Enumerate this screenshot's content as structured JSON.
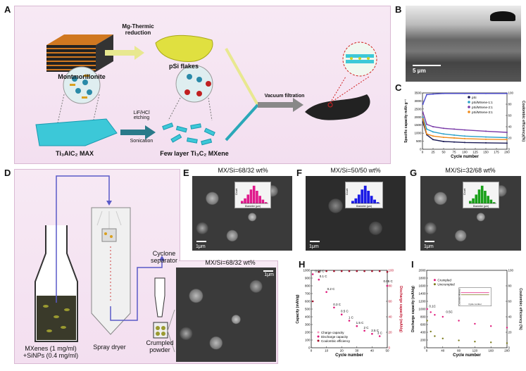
{
  "panels": {
    "A": "A",
    "B": "B",
    "C": "C",
    "D": "D",
    "E": "E",
    "F": "F",
    "G": "G",
    "H": "H",
    "I": "I"
  },
  "panelA": {
    "montmorillonite": "Montmorillonite",
    "mg_thermic": "Mg-Thermic\nreduction",
    "psi_flakes": "pSi flakes",
    "lif_hcl": "LiF/HCl\netching",
    "sonication": "Sonication",
    "max_label": "Ti₃AlC₂ MAX",
    "mxene_label": "Few layer Ti₃C₂ MXene",
    "vacuum": "Vacuum filtration"
  },
  "panelB": {
    "scale": "5 μm"
  },
  "panelD": {
    "spray_dryer": "Spray dryer",
    "cyclone": "Cyclone\nseparator",
    "crumpled": "Crumpled\npowder",
    "mxenes": "MXenes (1 mg/ml)\n+SiNPs (0.4 mg/ml)",
    "inset_title": "MX/Si=68/32 wt%",
    "inset_scale": "1μm"
  },
  "panelE": {
    "title": "MX/Si=68/32 wt%",
    "scale": "1μm",
    "hist_color": "#e0198c"
  },
  "panelF": {
    "title": "MX/Si=50/50 wt%",
    "scale": "1μm",
    "hist_color": "#1a1ae6"
  },
  "panelG": {
    "title": "MX/Si=32/68 wt%",
    "scale": "1μm",
    "hist_color": "#18a018"
  },
  "hist_xlabel": "Diameter (μm)",
  "hist_ylabel": "Count",
  "chart_data": [
    {
      "id": "C",
      "type": "line",
      "xlabel": "Cycle number",
      "ylabel": "Specific capacity mAh g⁻¹",
      "y2label": "Coulombic efficiency(%)",
      "xlim": [
        0,
        200
      ],
      "ylim": [
        0,
        3500
      ],
      "y2lim": [
        0,
        100
      ],
      "xticks": [
        0,
        25,
        50,
        75,
        100,
        125,
        150,
        175,
        200
      ],
      "yticks": [
        0,
        500,
        1000,
        1500,
        2000,
        2500,
        3000,
        3500
      ],
      "y2ticks": [
        0,
        20,
        40,
        60,
        80,
        100
      ],
      "legend": "top-right",
      "series": [
        {
          "name": "pSi",
          "color": "#1a1a55",
          "x": [
            1,
            10,
            25,
            50,
            75,
            100,
            150,
            200
          ],
          "y": [
            1700,
            900,
            600,
            480,
            450,
            420,
            400,
            380
          ]
        },
        {
          "name": "pSi/MXene-1:1",
          "color": "#2aa0c8",
          "x": [
            1,
            10,
            25,
            50,
            75,
            100,
            150,
            200
          ],
          "y": [
            2000,
            1250,
            1080,
            950,
            880,
            820,
            760,
            720
          ]
        },
        {
          "name": "pSi/MXene-2:1",
          "color": "#7a3aa8",
          "x": [
            1,
            10,
            25,
            50,
            75,
            100,
            150,
            200
          ],
          "y": [
            2300,
            1550,
            1400,
            1300,
            1250,
            1200,
            1120,
            1050
          ]
        },
        {
          "name": "pSi/MXene-3:1",
          "color": "#f08a1a",
          "x": [
            1,
            10,
            25,
            50,
            75,
            100,
            150,
            200
          ],
          "y": [
            1900,
            950,
            820,
            740,
            700,
            660,
            620,
            600
          ]
        },
        {
          "name": "CE",
          "color": "#4a4ad0",
          "axis": "y2",
          "x": [
            1,
            10,
            25,
            50,
            100,
            150,
            200
          ],
          "y": [
            80,
            97,
            98,
            99,
            99,
            99,
            99
          ]
        }
      ]
    },
    {
      "id": "H",
      "type": "scatter",
      "xlabel": "Cycle number",
      "ylabel": "Capacity (mAh/g)",
      "y2label": "Discharge capacity (mAh/g)",
      "xlim": [
        0,
        50
      ],
      "ylim": [
        0,
        1000
      ],
      "y2lim": [
        0,
        100
      ],
      "xticks": [
        0,
        10,
        20,
        30,
        40,
        50
      ],
      "yticks": [
        0,
        100,
        200,
        300,
        400,
        500,
        600,
        700,
        800,
        900,
        1000
      ],
      "y2ticks": [
        0,
        20,
        40,
        60,
        80,
        100
      ],
      "annotations": [
        "0.05 C",
        "0.1 C",
        "0.2 C",
        "0.3 C",
        "0.5 C",
        "1 C",
        "1.5 C",
        "2 C",
        "2.5 C",
        "3 C",
        "0.05 C"
      ],
      "legend_items": [
        "Charge capacity",
        "Discharge capacity",
        "Coulombic efficiency"
      ],
      "series": [
        {
          "name": "Discharge capacity",
          "color": "#e0197a",
          "x": [
            1,
            5,
            10,
            15,
            20,
            25,
            30,
            35,
            40,
            45,
            50
          ],
          "y": [
            950,
            880,
            720,
            520,
            430,
            350,
            280,
            220,
            180,
            150,
            800
          ]
        },
        {
          "name": "Coulombic efficiency",
          "color": "#a0102a",
          "axis": "y2",
          "x": [
            1,
            5,
            10,
            15,
            20,
            25,
            30,
            35,
            40,
            45,
            50
          ],
          "y": [
            60,
            98,
            99,
            99,
            99,
            99,
            99,
            99,
            99,
            99,
            98
          ]
        }
      ]
    },
    {
      "id": "I",
      "type": "scatter",
      "xlabel": "Cycle number",
      "ylabel": "Discharge capacity (mAh/g)",
      "y2label": "Coulombic efficiency (%)",
      "xlim": [
        0,
        200
      ],
      "ylim": [
        0,
        2000
      ],
      "y2lim": [
        0,
        100
      ],
      "xticks": [
        0,
        40,
        80,
        120,
        160,
        200
      ],
      "yticks": [
        0,
        200,
        400,
        600,
        800,
        1000,
        1200,
        1400,
        1600,
        1800,
        2000
      ],
      "y2ticks": [
        0,
        20,
        40,
        60,
        80,
        100
      ],
      "annotations": [
        "0.1C",
        "0.5C"
      ],
      "legend_items": [
        "Crumpled",
        "Uncrumpled"
      ],
      "inset_xlabel": "Cycle number",
      "inset_ylabel": "Coulombic efficiency",
      "series": [
        {
          "name": "Crumpled",
          "color": "#e0197a",
          "x": [
            1,
            10,
            20,
            40,
            80,
            120,
            160,
            200
          ],
          "y": [
            1000,
            920,
            850,
            800,
            700,
            620,
            560,
            520
          ]
        },
        {
          "name": "Uncrumpled",
          "color": "#7a7a1a",
          "x": [
            1,
            10,
            20,
            40,
            80,
            120,
            160,
            200
          ],
          "y": [
            700,
            420,
            300,
            240,
            190,
            160,
            140,
            120
          ]
        }
      ]
    }
  ]
}
